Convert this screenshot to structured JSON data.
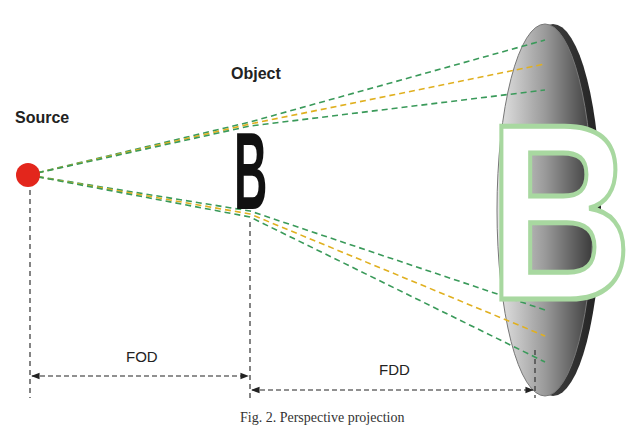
{
  "diagram": {
    "caption": "Fig. 2. Perspective projection",
    "labels": [
      "Source",
      "Object",
      "B",
      "B",
      "FOD",
      "FDD"
    ]
  }
}
